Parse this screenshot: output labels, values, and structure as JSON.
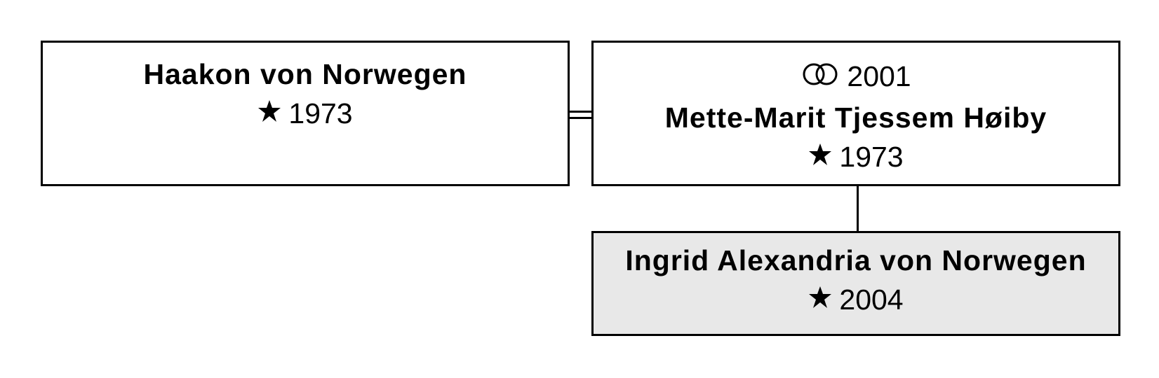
{
  "persons": {
    "father": {
      "name": "Haakon von Norwegen",
      "birth": "1973"
    },
    "mother": {
      "marriage": "2001",
      "name": "Mette-Marit Tjessem Høiby",
      "birth": "1973"
    },
    "child": {
      "name": "Ingrid Alexandria von Norwegen",
      "birth": "2004"
    }
  },
  "icons": {
    "birth": "star-icon",
    "marriage": "rings-icon"
  },
  "colors": {
    "box_border": "#000000",
    "highlight_fill": "#e8e8e8"
  }
}
